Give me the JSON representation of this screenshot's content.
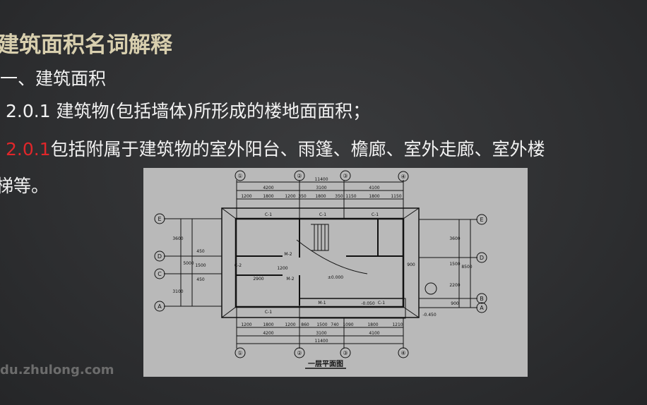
{
  "slide": {
    "title": "建筑面积名词解释",
    "heading": "一、建筑面积",
    "line1": "2.0.1 建筑物(包括墙体)所形成的楼地面面积；",
    "line2_number": "2.0.1",
    "line2_text": "包括附属于建筑物的室外阳台、雨篷、檐廊、室外走廊、室外楼",
    "line3": "梯等。",
    "accent_color": "#e0262a",
    "title_color": "#d8cfae"
  },
  "floor_plan": {
    "caption": "一层平面图",
    "axes_columns": [
      "①",
      "②",
      "③",
      "④"
    ],
    "axes_rows": [
      "E",
      "D",
      "C",
      "B",
      "A"
    ],
    "top_total": "11400",
    "top_spans": [
      "4200",
      "3100",
      "4100"
    ],
    "top_details": [
      "1200",
      "1800",
      "1200",
      "350",
      "1800",
      "350",
      "1150",
      "1800",
      "1150"
    ],
    "bottom_details": [
      "1200",
      "1800",
      "1200",
      "860",
      "1500",
      "740",
      "1090",
      "1800",
      "1210"
    ],
    "bottom_spans": [
      "4200",
      "3100",
      "4100"
    ],
    "bottom_total": "11400",
    "windows": [
      "C-1",
      "C-1",
      "C-1",
      "C-1",
      "C-1",
      "C-2"
    ],
    "doors": [
      "M-1",
      "M-2",
      "M-2"
    ],
    "levels": [
      "±0.000",
      "-0.050",
      "-0.450"
    ],
    "left_dims": [
      "3600",
      "5000",
      "3100",
      "450",
      "1500",
      "450"
    ],
    "right_dims": [
      "3600",
      "8500",
      "1500",
      "2200",
      "900"
    ],
    "misc_dims": [
      "2900",
      "1200",
      "900"
    ]
  },
  "watermark": "du.zhulong.com"
}
